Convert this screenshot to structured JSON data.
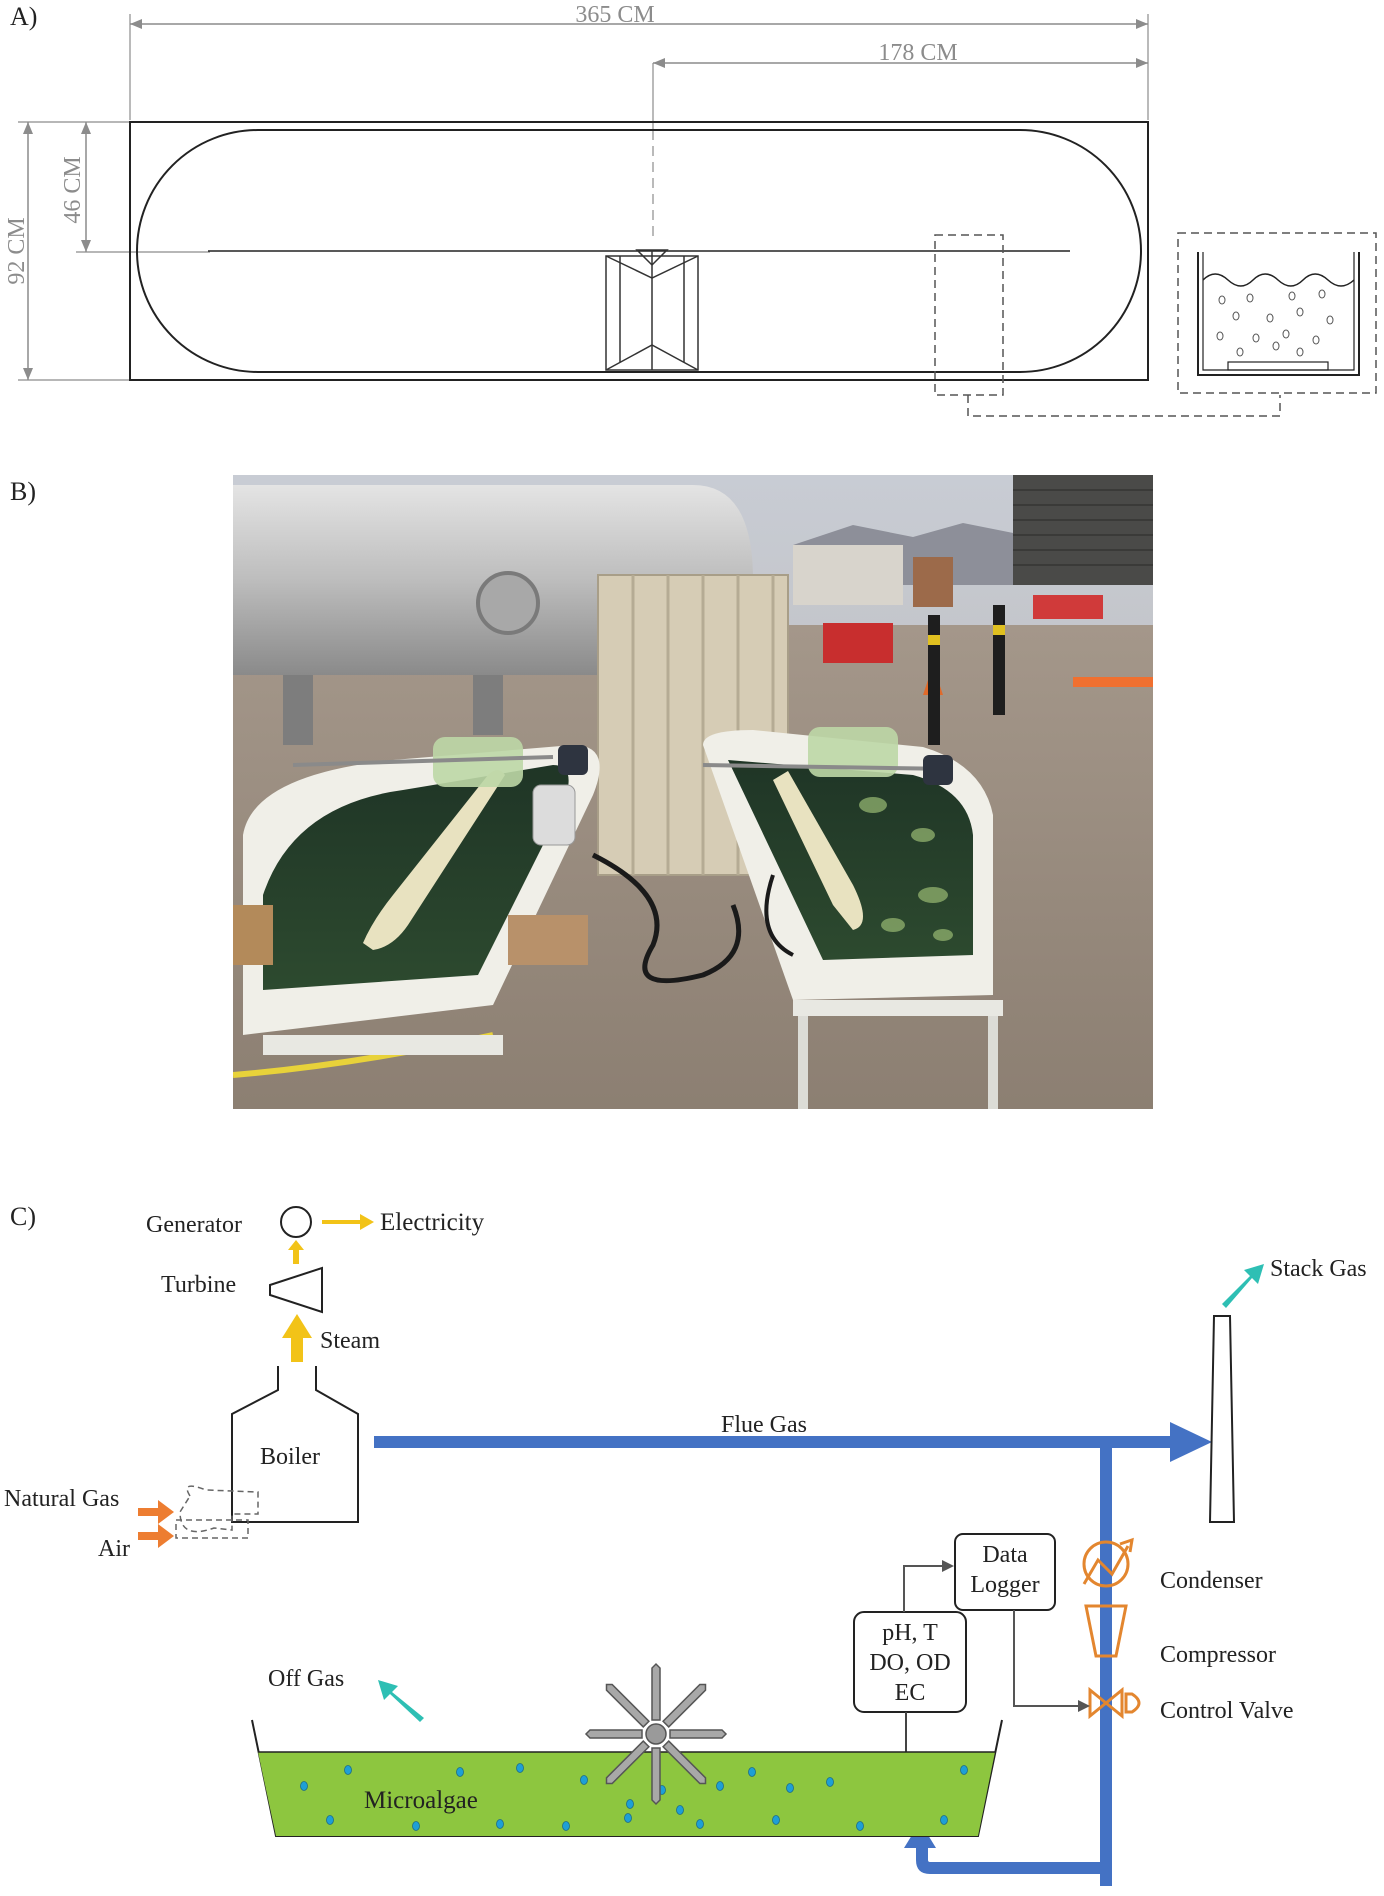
{
  "panels": {
    "a_label": "A)",
    "b_label": "B)",
    "c_label": "C)"
  },
  "panel_a": {
    "dim_total_length": "365 CM",
    "dim_half_length": "178 CM",
    "dim_total_width": "92 CM",
    "dim_half_width": "46 CM"
  },
  "panel_c": {
    "generator": "Generator",
    "electricity": "Electricity",
    "turbine": "Turbine",
    "steam": "Steam",
    "boiler": "Boiler",
    "natural_gas": "Natural Gas",
    "air": "Air",
    "flue_gas": "Flue Gas",
    "stack_gas": "Stack Gas",
    "condenser": "Condenser",
    "compressor": "Compressor",
    "control_valve": "Control Valve",
    "data_logger_line1": "Data",
    "data_logger_line2": "Logger",
    "sensor_line1": "pH, T",
    "sensor_line2": "DO, OD",
    "sensor_line3": "EC",
    "off_gas": "Off Gas",
    "microalgae": "Microalgae"
  },
  "colors": {
    "flue_pipe": "#4472c4",
    "steam_arrow": "#f2c318",
    "fuel_arrow": "#ed7d31",
    "vent_arrow": "#2ebfb4",
    "culture": "#8dc63f",
    "equipment": "#e3862f",
    "dimension_line": "#8c8c8c"
  }
}
